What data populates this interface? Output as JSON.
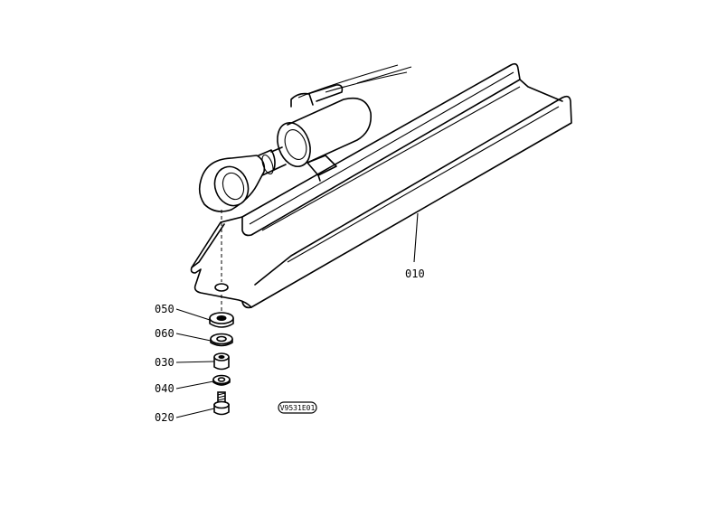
{
  "parts": {
    "p010": "010",
    "p050": "050",
    "p060": "060",
    "p030": "030",
    "p040": "040",
    "p020": "020"
  },
  "figure_id": "V9531E01"
}
